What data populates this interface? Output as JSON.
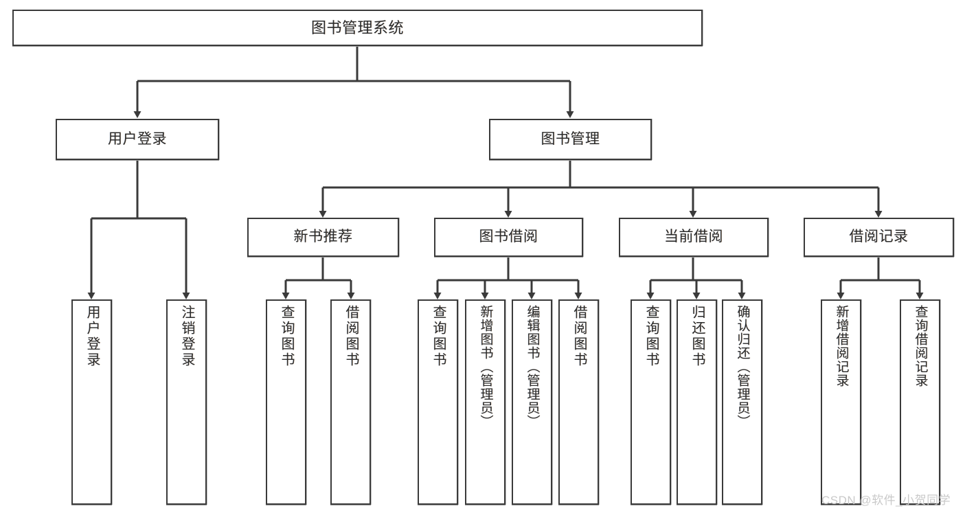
{
  "diagram": {
    "title": "图书管理系统",
    "type": "system-function-structure-tree",
    "levels": 4,
    "colors": {
      "box_border": "#3a3a3a",
      "box_fill": "#ffffff",
      "edge": "#3a3a3a",
      "text": "#2b2b2b",
      "watermark": "#c9c9c9"
    },
    "root": {
      "label": "图书管理系统"
    },
    "level2": [
      {
        "label": "用户登录"
      },
      {
        "label": "图书管理"
      }
    ],
    "level3": [
      {
        "label": "新书推荐"
      },
      {
        "label": "图书借阅"
      },
      {
        "label": "当前借阅"
      },
      {
        "label": "借阅记录"
      }
    ],
    "leaves": {
      "user_login": [
        {
          "label": "用户登录"
        },
        {
          "label": "注销登录"
        }
      ],
      "new_book_recommend": [
        {
          "label": "查询图书"
        },
        {
          "label": "借阅图书"
        }
      ],
      "book_borrow": [
        {
          "label": "查询图书"
        },
        {
          "label": "新增图书（管理员）"
        },
        {
          "label": "编辑图书（管理员）"
        },
        {
          "label": "借阅图书"
        }
      ],
      "current_borrow": [
        {
          "label": "查询图书"
        },
        {
          "label": "归还图书"
        },
        {
          "label": "确认归还（管理员）"
        }
      ],
      "borrow_record": [
        {
          "label": "新增借阅记录"
        },
        {
          "label": "查询借阅记录"
        }
      ]
    }
  },
  "watermark": {
    "text": "CSDN @软件_小贺同学"
  }
}
